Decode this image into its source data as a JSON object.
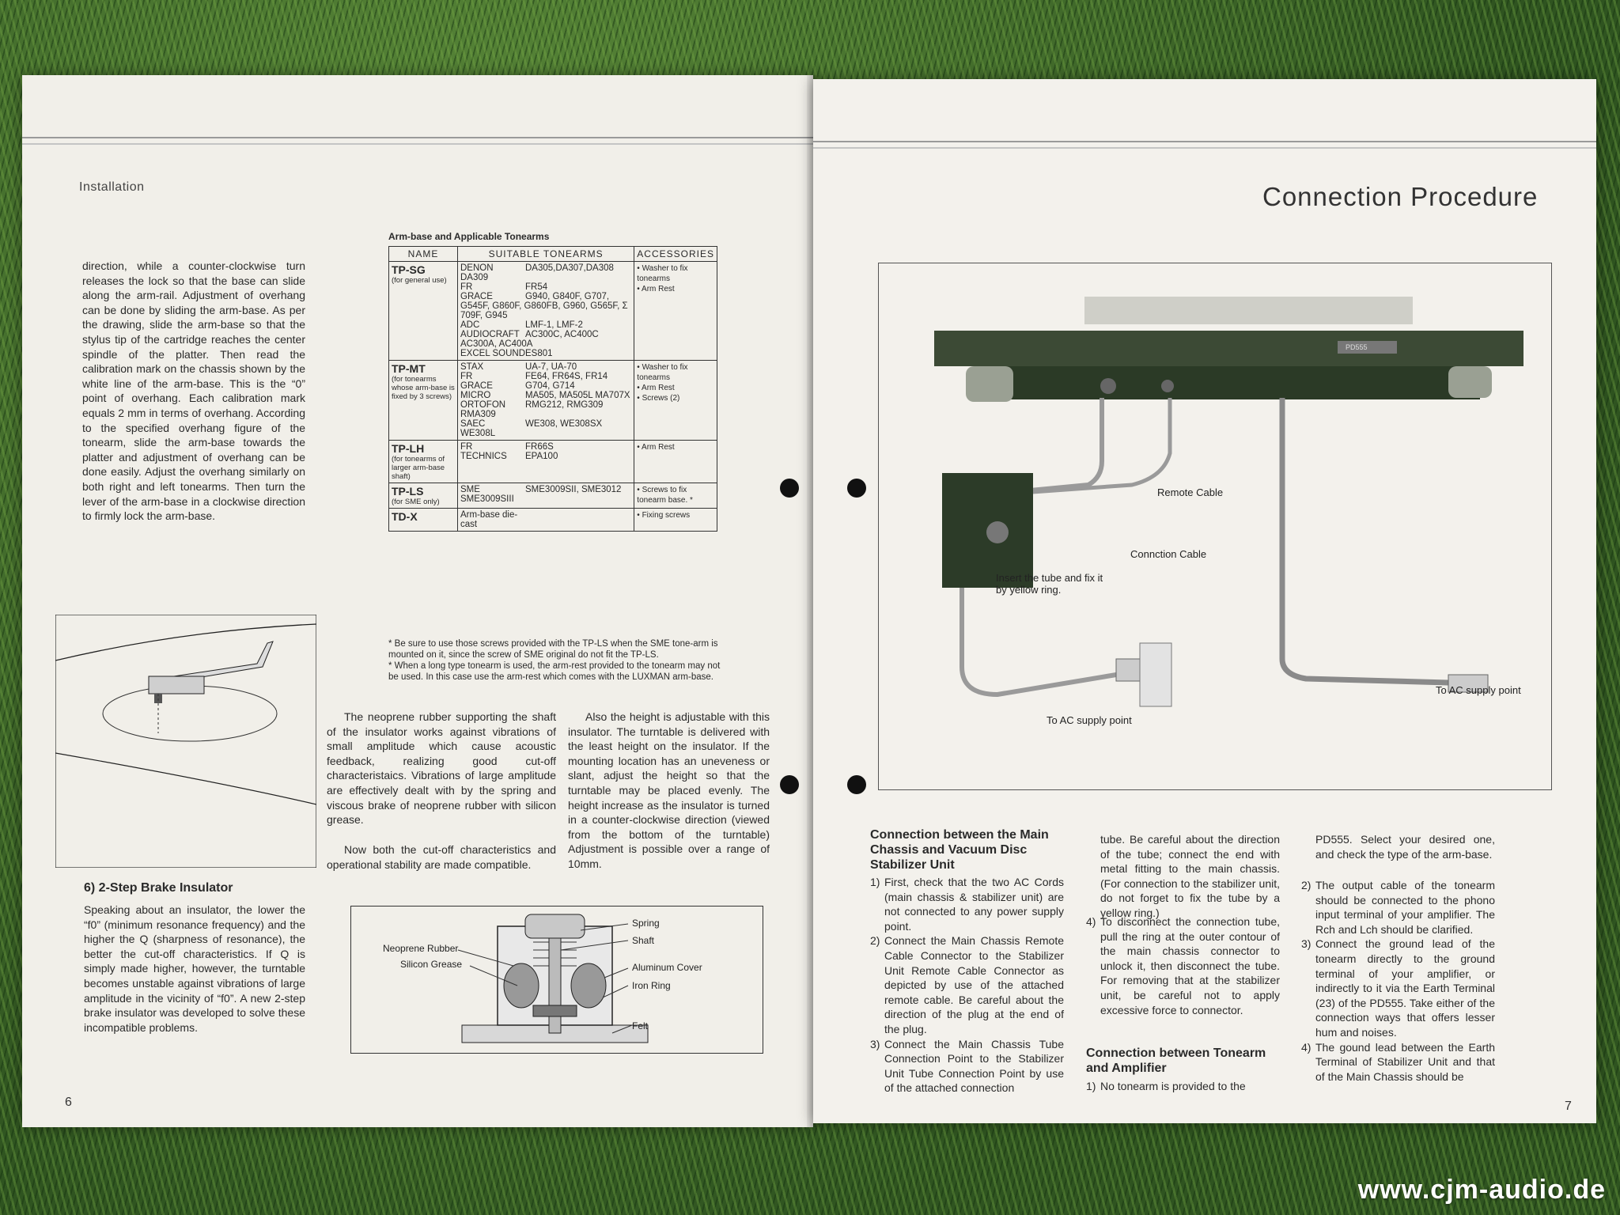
{
  "left_page": {
    "section_header": "Installation",
    "page_number": "6",
    "overhang_text": "direction, while a counter-clockwise turn releases the lock so that the base can slide along the arm-rail. Adjustment of overhang can be done by sliding the arm-base. As per the drawing, slide the arm-base so that the stylus tip of the cartridge reaches the center spindle of the platter. Then read the calibration mark on the chassis shown by the white line of the arm-base. This is the “0” point of overhang. Each calibration mark equals 2 mm in terms of overhang. According to the specified overhang figure of the tonearm, slide the arm-base towards the platter and adjustment of overhang can be done easily. Adjust the overhang similarly on both right and left tonearms. Then turn the lever of the arm-base in a clockwise direction to firmly lock the arm-base.",
    "brake_heading": "6) 2-Step Brake Insulator",
    "brake_text": "Speaking about an insulator, the lower the “f0” (minimum resonance frequency) and the higher the Q (sharpness of resonance), the better the cut-off characteristics. If Q is simply made higher, however, the turntable becomes unstable against vibrations of large amplitude in the vicinity of “f0”. A new 2-step brake insulator was developed to solve these incompatible problems.",
    "table": {
      "title": "Arm-base and Applicable Tonearms",
      "headers": [
        "NAME",
        "SUITABLE TONEARMS",
        "ACCESSORIES"
      ],
      "rows": [
        {
          "name": "TP-SG",
          "sub": "(for general use)",
          "lines": [
            [
              "DENON",
              "DA305,DA307,DA308 DA309"
            ],
            [
              "FR",
              "FR54"
            ],
            [
              "GRACE",
              "G940, G840F, G707, G545F, G860F, G860FB, G960, G565F, Σ 709F, G945"
            ],
            [
              "ADC",
              "LMF-1, LMF-2"
            ],
            [
              "AUDIOCRAFT",
              "AC300C, AC400C AC300A, AC400A"
            ],
            [
              "EXCEL SOUND",
              "ES801"
            ]
          ],
          "acc": [
            "• Washer to fix tonearms",
            "• Arm Rest"
          ]
        },
        {
          "name": "TP-MT",
          "sub": "(for tonearms whose arm-base is fixed by 3 screws)",
          "lines": [
            [
              "STAX",
              "UA-7, UA-70"
            ],
            [
              "FR",
              "FE64, FR64S, FR14"
            ],
            [
              "GRACE",
              "G704, G714"
            ],
            [
              "MICRO",
              "MA505, MA505L MA707X"
            ],
            [
              "ORTOFON",
              "RMG212, RMG309 RMA309"
            ],
            [
              "SAEC",
              "WE308, WE308SX WE308L"
            ]
          ],
          "acc": [
            "• Washer to fix tonearms",
            "• Arm Rest",
            "• Screws (2)"
          ]
        },
        {
          "name": "TP-LH",
          "sub": "(for tonearms of larger arm-base shaft)",
          "lines": [
            [
              "FR",
              "FR66S"
            ],
            [
              "TECHNICS",
              "EPA100"
            ]
          ],
          "acc": [
            "• Arm Rest"
          ]
        },
        {
          "name": "TP-LS",
          "sub": "(for SME only)",
          "lines": [
            [
              "SME",
              "SME3009SII, SME3012 SME3009SIII"
            ]
          ],
          "acc": [
            "• Screws to fix tonearm base. *"
          ]
        },
        {
          "name": "TD-X",
          "sub": "",
          "lines": [
            [
              "Arm-base die-cast",
              ""
            ]
          ],
          "acc": [
            "• Fixing screws"
          ]
        }
      ],
      "note1": "* Be sure to use those screws provided with the TP-LS when the SME tone-arm is mounted on it, since the screw of SME original do not fit the TP-LS.",
      "note2": "* When a long type tonearm is used, the arm-rest provided to the tonearm may not be used. In this case use the arm-rest which comes with the LUXMAN arm-base."
    },
    "neoprene_text": "The neoprene rubber supporting the shaft of the insulator works against vibrations of small amplitude which cause acoustic feedback, realizing good cut-off characteristaics. Vibrations of large amplitude are effectively dealt with by the spring and viscous brake of neoprene rubber with silicon grease.",
    "cutoff_text": "Now both the cut-off characteristics and operational stability are made compatible.",
    "height_text": "Also the height is adjustable with this insulator. The turntable is delivered with the least height on the insulator. If the mounting location has an uneveness or slant, adjust the height so that the turntable may be placed evenly. The height increase as the insulator is turned in a counter-clockwise direction (viewed from the bottom of the turntable) Adjustment is possible over a range of 10mm.",
    "diagram_labels": {
      "neoprene": "Neoprene Rubber",
      "silicon": "Silicon Grease",
      "spring": "Spring",
      "shaft": "Shaft",
      "aluminum": "Aluminum Cover",
      "iron": "Iron Ring",
      "felt": "Felt"
    }
  },
  "right_page": {
    "title": "Connection Procedure",
    "page_number": "7",
    "photo_labels": {
      "model": "PD555",
      "remote_cable": "Remote Cable",
      "connection_cable": "Connction Cable",
      "insert_tube": "Insert the tube and fix it by yellow ring.",
      "ac_left": "To AC supply point",
      "ac_right": "To AC supply point"
    },
    "col1_heading": "Connection between the Main Chassis and Vacuum Disc Stabilizer Unit",
    "col1_steps": [
      {
        "n": "1)",
        "t": "First, check that the two AC Cords (main chassis & stabilizer unit) are not connected to any power supply point."
      },
      {
        "n": "2)",
        "t": "Connect the Main Chassis Remote Cable Connector to the Stabilizer Unit Remote Cable Connector as depicted by use of the attached remote cable. Be careful about the direction of the plug at the end of the plug."
      },
      {
        "n": "3)",
        "t": "Connect the Main Chassis Tube Connection Point to the Stabilizer Unit Tube Connection Point by use of the attached connection"
      }
    ],
    "col2_cont": "tube. Be careful about the direction of the tube; connect the end with metal fitting to the main chassis. (For connection to the stabilizer unit, do not forget to fix the tube by a yellow ring.)",
    "col2_steps": [
      {
        "n": "4)",
        "t": "To disconnect the connection tube, pull the ring at the outer contour of the main chassis connector to unlock it, then disconnect the tube. For removing that at the stabilizer unit, be careful not to apply excessive force to connector."
      }
    ],
    "col2_heading": "Connection between Tonearm and Amplifier",
    "col2_steps_b": [
      {
        "n": "1)",
        "t": "No tonearm is provided to the"
      }
    ],
    "col3_cont": "PD555. Select your desired one, and check the type of the arm-base.",
    "col3_steps": [
      {
        "n": "2)",
        "t": "The output cable of the tonearm should be connected to the phono input terminal of your amplifier. The Rch and Lch should be clarified."
      },
      {
        "n": "3)",
        "t": "Connect the ground lead of the tonearm directly to the ground terminal of your amplifier, or indirectly to it via the Earth Terminal (23) of the PD555. Take either of the connection ways that offers lesser hum and noises."
      },
      {
        "n": "4)",
        "t": "The gound lead between the Earth Terminal of Stabilizer Unit and that of the Main Chassis should be"
      }
    ]
  },
  "watermark": "www.cjm-audio.de"
}
